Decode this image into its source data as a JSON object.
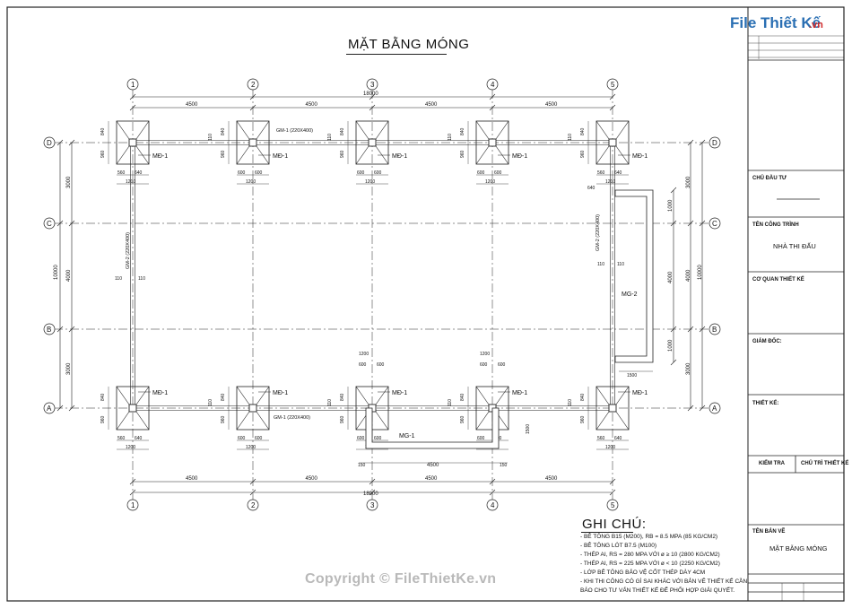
{
  "title": "MẶT BẰNG MÓNG",
  "axes_num": [
    "1",
    "2",
    "3",
    "4",
    "5"
  ],
  "axes_let": [
    "D",
    "C",
    "B",
    "A"
  ],
  "dims": {
    "span": "4500",
    "total_x": "18000",
    "left_y": [
      "3000",
      "4000",
      "3000"
    ],
    "left_total": "10000",
    "right_y": [
      "3000",
      "4000",
      "3000"
    ],
    "right_total": "10000",
    "inner_right": [
      "1000",
      "4000",
      "1000"
    ],
    "mg_depth": "1500",
    "mg_w": "150",
    "d840": "840",
    "d960": "960",
    "d110": "110",
    "f560": "560",
    "f640": "640",
    "f600": "600",
    "f1200": "1200"
  },
  "labels": {
    "md1": "MĐ-1",
    "gm1_top": "GM-1 (220X400)",
    "gm1_bot": "GM-1 (220X400)",
    "gm2_left": "GM-2 (220X400)",
    "gm2_right": "GM-2 (220X400)",
    "mg1": "MG-1",
    "mg2": "MG-2"
  },
  "notes": {
    "title": "GHI CHÚ:",
    "items": [
      "- BÊ TÔNG B15 (M200), RB = 8.5 MPA (85 KG/CM2)",
      "- BÊ TÔNG LÓT B7.5 (M100)",
      "- THÉP AI, RS = 280 MPA VỚI ø ≥ 10 (2800 KG/CM2)",
      "- THÉP AI, RS = 225 MPA  VỚI ø < 10 (2250 KG/CM2)",
      "- LỚP BÊ TÔNG BẢO VỆ CỐT THÉP DÀY 4CM",
      "- KHI THI CÔNG CÓ GÌ SAI KHÁC VỚI BẢN VẼ THIẾT KẾ CẦN",
      "BÁO CHO TƯ VẤN THIẾT KẾ ĐỂ PHỐI HỢP GIẢI QUYẾT."
    ]
  },
  "titleblock": {
    "logo_main": "File Thiết Kế",
    "logo_sub": ".vn",
    "chu_dau_tu": "CHỦ ĐẦU TƯ",
    "ten_cong_trinh": "TÊN CÔNG TRÌNH",
    "cong_trinh": "NHÀ THI ĐẤU",
    "co_quan": "CƠ QUAN THIẾT KẾ",
    "giam_doc": "GIÁM ĐỐC:",
    "thiet_ke": "THIẾT KẾ:",
    "kiem_tra": "KIỂM TRA",
    "chu_tri": "CHỦ TRÌ THIẾT KẾ",
    "ten_ban_ve": "TÊN BẢN VẼ",
    "ban_ve": "MẶT BẰNG MÓNG"
  },
  "watermark": "Copyright © FileThietKe.vn"
}
